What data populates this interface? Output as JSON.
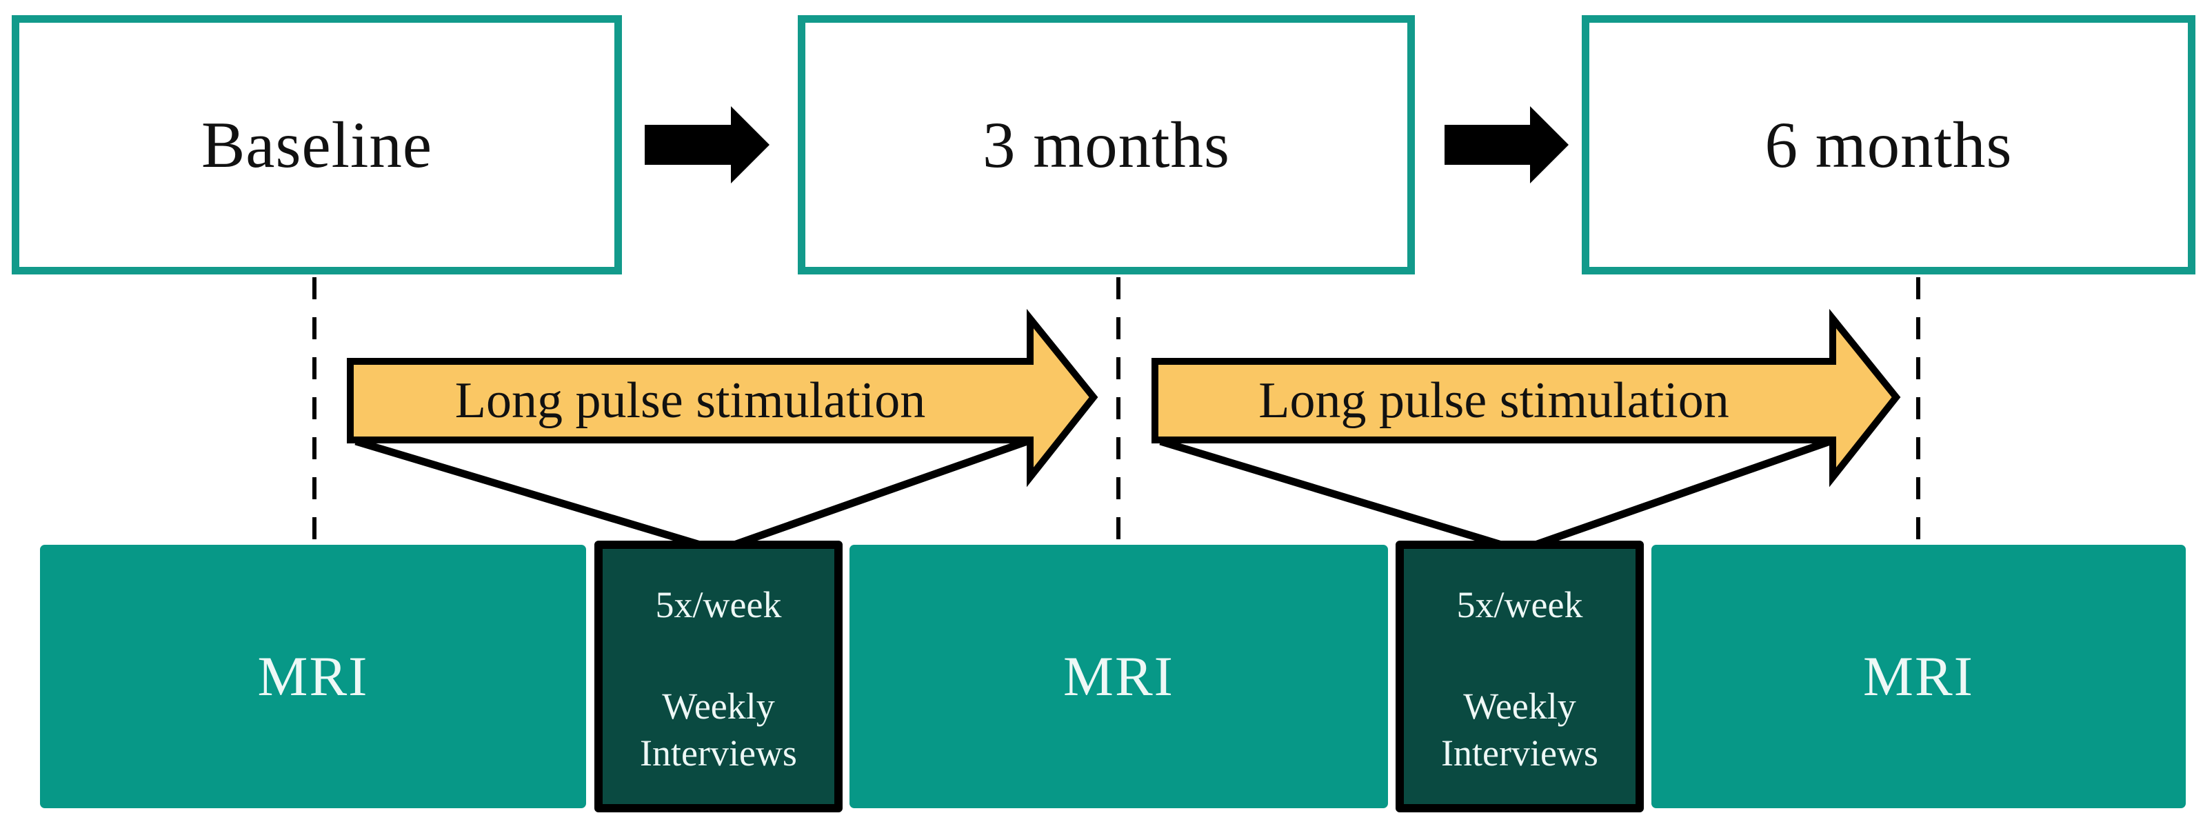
{
  "colors": {
    "teal_border": "#129a8b",
    "teal_fill": "#079887",
    "dark_green_fill": "#0a4a41",
    "arrow_yellow": "#fac764",
    "outline_black": "#000000",
    "mri_text": "#eef8f6",
    "label_text": "#111111"
  },
  "timeline": {
    "boxes": [
      {
        "label": "Baseline"
      },
      {
        "label": "3 months"
      },
      {
        "label": "6 months"
      }
    ]
  },
  "stimulation": {
    "arrows": [
      {
        "label": "Long pulse stimulation"
      },
      {
        "label": "Long pulse stimulation"
      }
    ]
  },
  "interventions": [
    {
      "frequency": "5x/week",
      "activity_line1": "Weekly",
      "activity_line2": "Interviews"
    },
    {
      "frequency": "5x/week",
      "activity_line1": "Weekly",
      "activity_line2": "Interviews"
    }
  ],
  "assessments": [
    {
      "label": "MRI"
    },
    {
      "label": "MRI"
    },
    {
      "label": "MRI"
    }
  ]
}
